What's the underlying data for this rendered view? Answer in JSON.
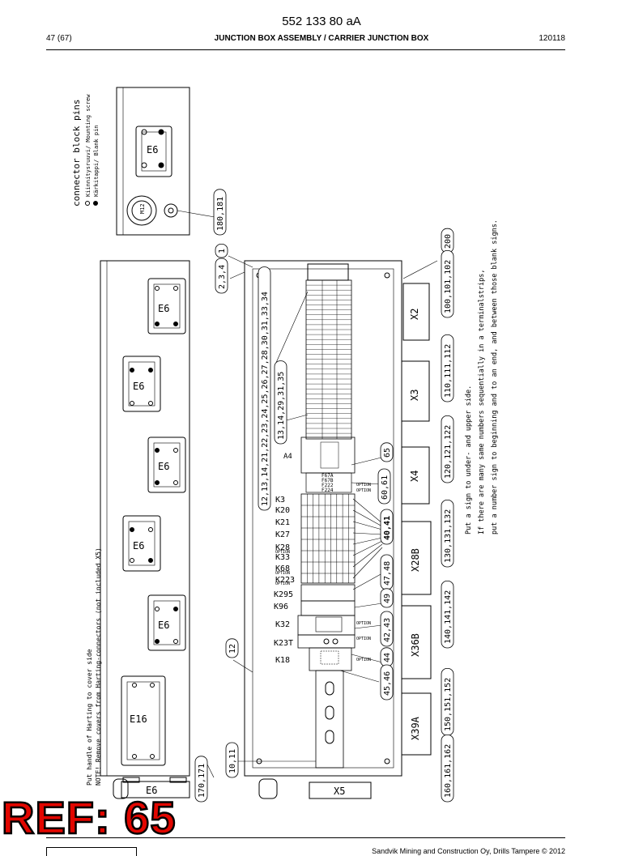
{
  "header": {
    "doc_number": "552 133 80 aA",
    "page": "47 (67)",
    "title": "JUNCTION BOX ASSEMBLY / CARRIER JUNCTION BOX",
    "date": "120118"
  },
  "footer": {
    "copyright": "Sandvik Mining and Construction Oy, Drills Tampere © 2012"
  },
  "stamp": {
    "ref": "REF: 65"
  },
  "drawing": {
    "legend": {
      "title": "connector block pins",
      "item1": "Kiinnitysruuvi/ Mounting screw",
      "item2": "Kärkitappi/ Blank pin"
    },
    "note1": "Put handle of Harting to cover side",
    "note2": "NOTE! Remove covers from Harting-connectors (not included X5)",
    "sign1": "Put a sign to under- and upper side.",
    "sign2": "If there are many same numbers sequentially in a terminalstrips,",
    "sign3": "put a number sign to beginning and to an end, and between those blank signs.",
    "connector_labels": [
      "E6",
      "E6",
      "E6",
      "E6",
      "E6",
      "E6",
      "E16",
      "E6"
    ],
    "relay_labels": [
      "K3",
      "K20",
      "K21",
      "K27",
      "K28",
      "K33",
      "K68",
      "K223",
      "K295",
      "K96",
      "K32",
      "K23T",
      "K18"
    ],
    "option_text": "OPTION",
    "module_label": "A4",
    "fuse_labels": [
      "F67A",
      "F67B",
      "F222",
      "F224"
    ],
    "terminal_labels": [
      "X2",
      "X3",
      "X4",
      "X28B",
      "X36B",
      "X39A",
      "X5"
    ],
    "callouts": {
      "c_180_181": "180,181",
      "c_1": "1",
      "c_2_3_4": "2,3,4",
      "c_12_34": "12,13,14,21,22,23,24,25,26,27,28,30,31,33,34",
      "c_13_35": "13,14,29,31,35",
      "c_65": "65",
      "c_60_61": "60,61",
      "c_40_41": "40,41",
      "c_47_48": "47,48",
      "c_49": "49",
      "c_42_43": "42,43",
      "c_44": "44",
      "c_45_46": "45,46",
      "c_12": "12",
      "c_10_11": "10,11",
      "c_170_171": "170,171",
      "c_200": "200",
      "c_100_102": "100,101,102",
      "c_110_112": "110,111,112",
      "c_120_122": "120,121,122",
      "c_130_132": "130,131,132",
      "c_140_142": "140,141,142",
      "c_150_152": "150,151,152",
      "c_160_162": "160,161,162",
      "m12": "M12"
    }
  }
}
